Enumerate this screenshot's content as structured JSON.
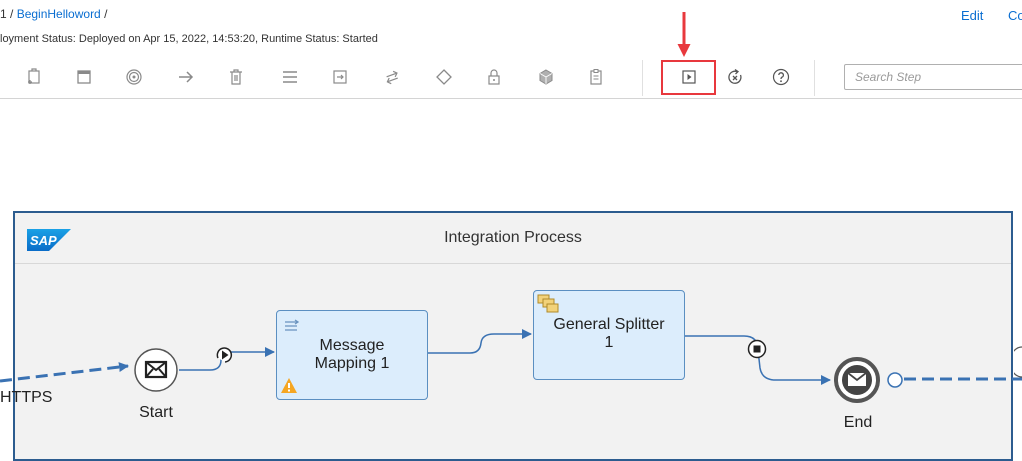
{
  "breadcrumb": {
    "prefix": "1 / ",
    "link": "BeginHelloword",
    "suffix": " /"
  },
  "status_line": "loyment Status: Deployed on Apr 15, 2022, 14:53:20, Runtime Status: Started",
  "header_actions": {
    "edit": "Edit",
    "copy": "Co"
  },
  "toolbar": {
    "items": [
      "add-participant-icon",
      "pool-icon",
      "events-icon",
      "connector-arrow-icon",
      "delete-icon",
      "list-icon",
      "call-icon",
      "exchange-icon",
      "gateway-diamond-icon",
      "lock-icon",
      "cube-icon",
      "clipboard-icon",
      "simulate-play-icon",
      "clear-simulation-icon",
      "help-icon"
    ],
    "search_placeholder": "Search Step"
  },
  "accent_color": "#0a6ed1",
  "highlight_color": "#e8383d",
  "process": {
    "logo": "SAP",
    "title": "Integration Process",
    "start_label": "Start",
    "end_label": "End",
    "sender_channel_label": "HTTPS",
    "steps": [
      {
        "label_line1": "Message",
        "label_line2": "Mapping 1",
        "warning": true
      },
      {
        "label_line1": "General Splitter",
        "label_line2": "1"
      }
    ]
  }
}
